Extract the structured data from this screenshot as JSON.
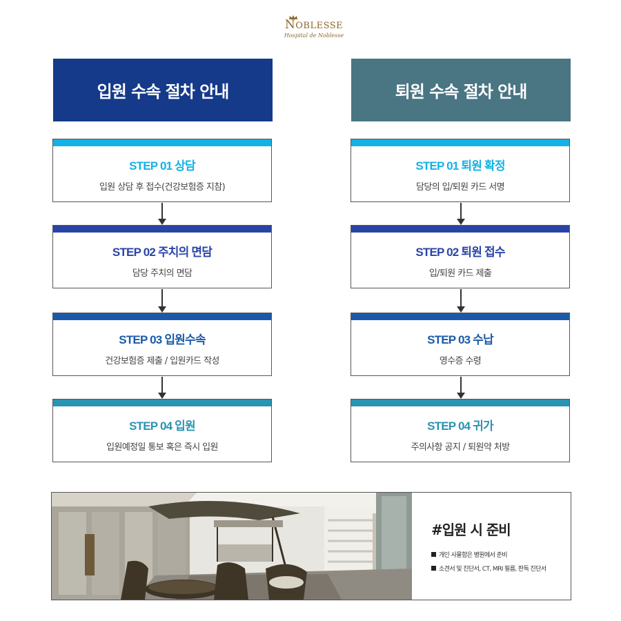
{
  "logo": {
    "name_first": "N",
    "name_rest": "OBLESSE",
    "subtitle": "Hospital de Noblesse",
    "color": "#8a6a2e"
  },
  "admission": {
    "header": "입원 수속 절차 안내",
    "header_color": "#153a8a",
    "steps": [
      {
        "title": "STEP 01 상담",
        "desc": "입원 상담 후 접수(건강보험증 지참)",
        "color": "#12b2e6"
      },
      {
        "title": "STEP 02 주치의 면담",
        "desc": "담당 주치의 면담",
        "color": "#2a44a6"
      },
      {
        "title": "STEP 03 입원수속",
        "desc": "건강보험증 제출 / 입원카드 작성",
        "color": "#1a5aa8"
      },
      {
        "title": "STEP 04 입원",
        "desc": "입원예정일 통보 혹은 즉시 입원",
        "color": "#2a93b0"
      }
    ]
  },
  "discharge": {
    "header": "퇴원 수속 절차 안내",
    "header_color": "#4a7583",
    "steps": [
      {
        "title": "STEP 01 퇴원 확정",
        "desc": "담당의 입/퇴원 카드 서명",
        "color": "#12b2e6"
      },
      {
        "title": "STEP 02 퇴원 접수",
        "desc": "입/퇴원 카드 제출",
        "color": "#2a44a6"
      },
      {
        "title": "STEP 03 수납",
        "desc": "영수증 수령",
        "color": "#1a5aa8"
      },
      {
        "title": "STEP 04 귀가",
        "desc": "주의사항 공지 / 퇴원약 처방",
        "color": "#2a93b0"
      }
    ]
  },
  "preparation": {
    "title": "#입원 시 준비",
    "items": [
      "개인 사물함은 병원에서 준비",
      "소견서 및 진단서, CT, MRI 필름, 판독 진단서"
    ]
  }
}
